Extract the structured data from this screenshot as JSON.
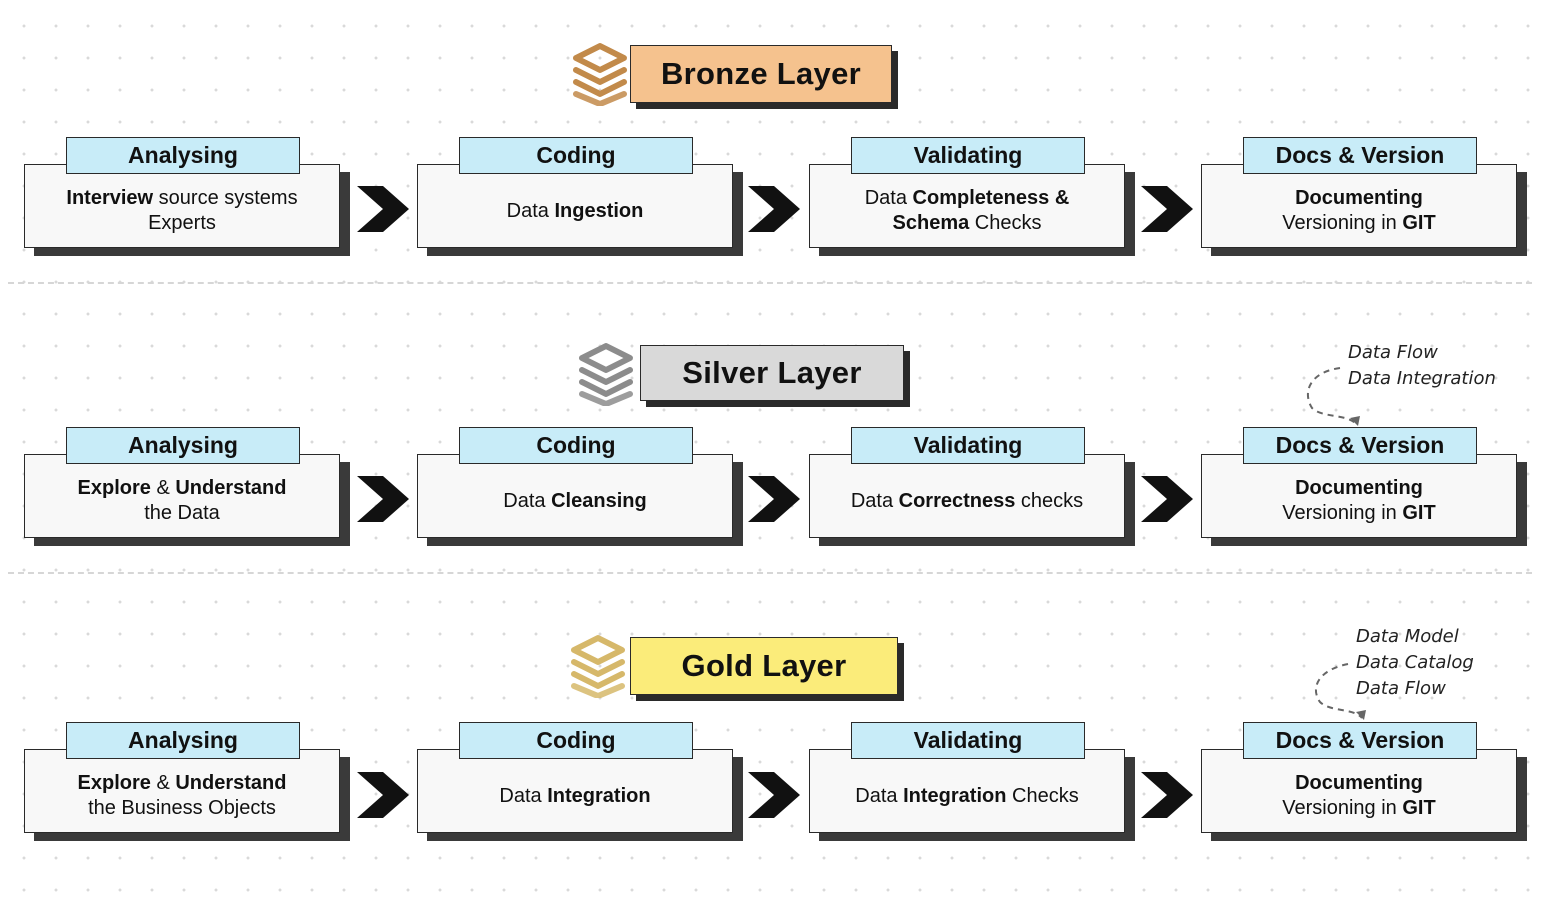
{
  "colors": {
    "bronze": "#f5c28e",
    "silver": "#d9d9d9",
    "gold": "#fbec7a",
    "tab": "#c8ecf8",
    "bronze_icon": "#c28a4a",
    "silver_icon": "#8c8c8c",
    "gold_icon": "#d6b86a"
  },
  "layers": [
    {
      "title": "Bronze Layer",
      "icon": "stack-layers-icon",
      "steps": [
        {
          "tab": "Analysing",
          "lines": [
            [
              {
                "t": "Interview",
                "b": true
              },
              {
                "t": " source systems",
                "b": false
              }
            ],
            [
              {
                "t": "Experts",
                "b": false
              }
            ]
          ]
        },
        {
          "tab": "Coding",
          "lines": [
            [
              {
                "t": "Data ",
                "b": false
              },
              {
                "t": "Ingestion",
                "b": true
              }
            ]
          ]
        },
        {
          "tab": "Validating",
          "lines": [
            [
              {
                "t": "Data ",
                "b": false
              },
              {
                "t": "Completeness &",
                "b": true
              }
            ],
            [
              {
                "t": "Schema",
                "b": true
              },
              {
                "t": " Checks",
                "b": false
              }
            ]
          ]
        },
        {
          "tab": "Docs & Version",
          "lines": [
            [
              {
                "t": "Documenting",
                "b": true
              }
            ],
            [
              {
                "t": "Versioning in ",
                "b": false
              },
              {
                "t": "GIT",
                "b": true
              }
            ]
          ]
        }
      ],
      "note": []
    },
    {
      "title": "Silver Layer",
      "icon": "stack-layers-icon",
      "steps": [
        {
          "tab": "Analysing",
          "lines": [
            [
              {
                "t": "Explore",
                "b": true
              },
              {
                "t": " & ",
                "b": false
              },
              {
                "t": "Understand",
                "b": true
              }
            ],
            [
              {
                "t": "the Data",
                "b": false
              }
            ]
          ]
        },
        {
          "tab": "Coding",
          "lines": [
            [
              {
                "t": "Data ",
                "b": false
              },
              {
                "t": "Cleansing",
                "b": true
              }
            ]
          ]
        },
        {
          "tab": "Validating",
          "lines": [
            [
              {
                "t": "Data ",
                "b": false
              },
              {
                "t": "Correctness",
                "b": true
              },
              {
                "t": " checks",
                "b": false
              }
            ]
          ]
        },
        {
          "tab": "Docs & Version",
          "lines": [
            [
              {
                "t": "Documenting",
                "b": true
              }
            ],
            [
              {
                "t": "Versioning in ",
                "b": false
              },
              {
                "t": "GIT",
                "b": true
              }
            ]
          ]
        }
      ],
      "note": [
        "Data Flow",
        "Data Integration"
      ]
    },
    {
      "title": "Gold Layer",
      "icon": "stack-layers-icon",
      "steps": [
        {
          "tab": "Analysing",
          "lines": [
            [
              {
                "t": "Explore",
                "b": true
              },
              {
                "t": " & ",
                "b": false
              },
              {
                "t": "Understand",
                "b": true
              }
            ],
            [
              {
                "t": "the Business Objects",
                "b": false
              }
            ]
          ]
        },
        {
          "tab": "Coding",
          "lines": [
            [
              {
                "t": "Data ",
                "b": false
              },
              {
                "t": "Integration",
                "b": true
              }
            ]
          ]
        },
        {
          "tab": "Validating",
          "lines": [
            [
              {
                "t": "Data ",
                "b": false
              },
              {
                "t": "Integration",
                "b": true
              },
              {
                "t": " Checks",
                "b": false
              }
            ]
          ]
        },
        {
          "tab": "Docs & Version",
          "lines": [
            [
              {
                "t": "Documenting",
                "b": true
              }
            ],
            [
              {
                "t": "Versioning in ",
                "b": false
              },
              {
                "t": "GIT",
                "b": true
              }
            ]
          ]
        }
      ],
      "note": [
        "Data Model",
        "Data Catalog",
        "Data Flow"
      ]
    }
  ]
}
